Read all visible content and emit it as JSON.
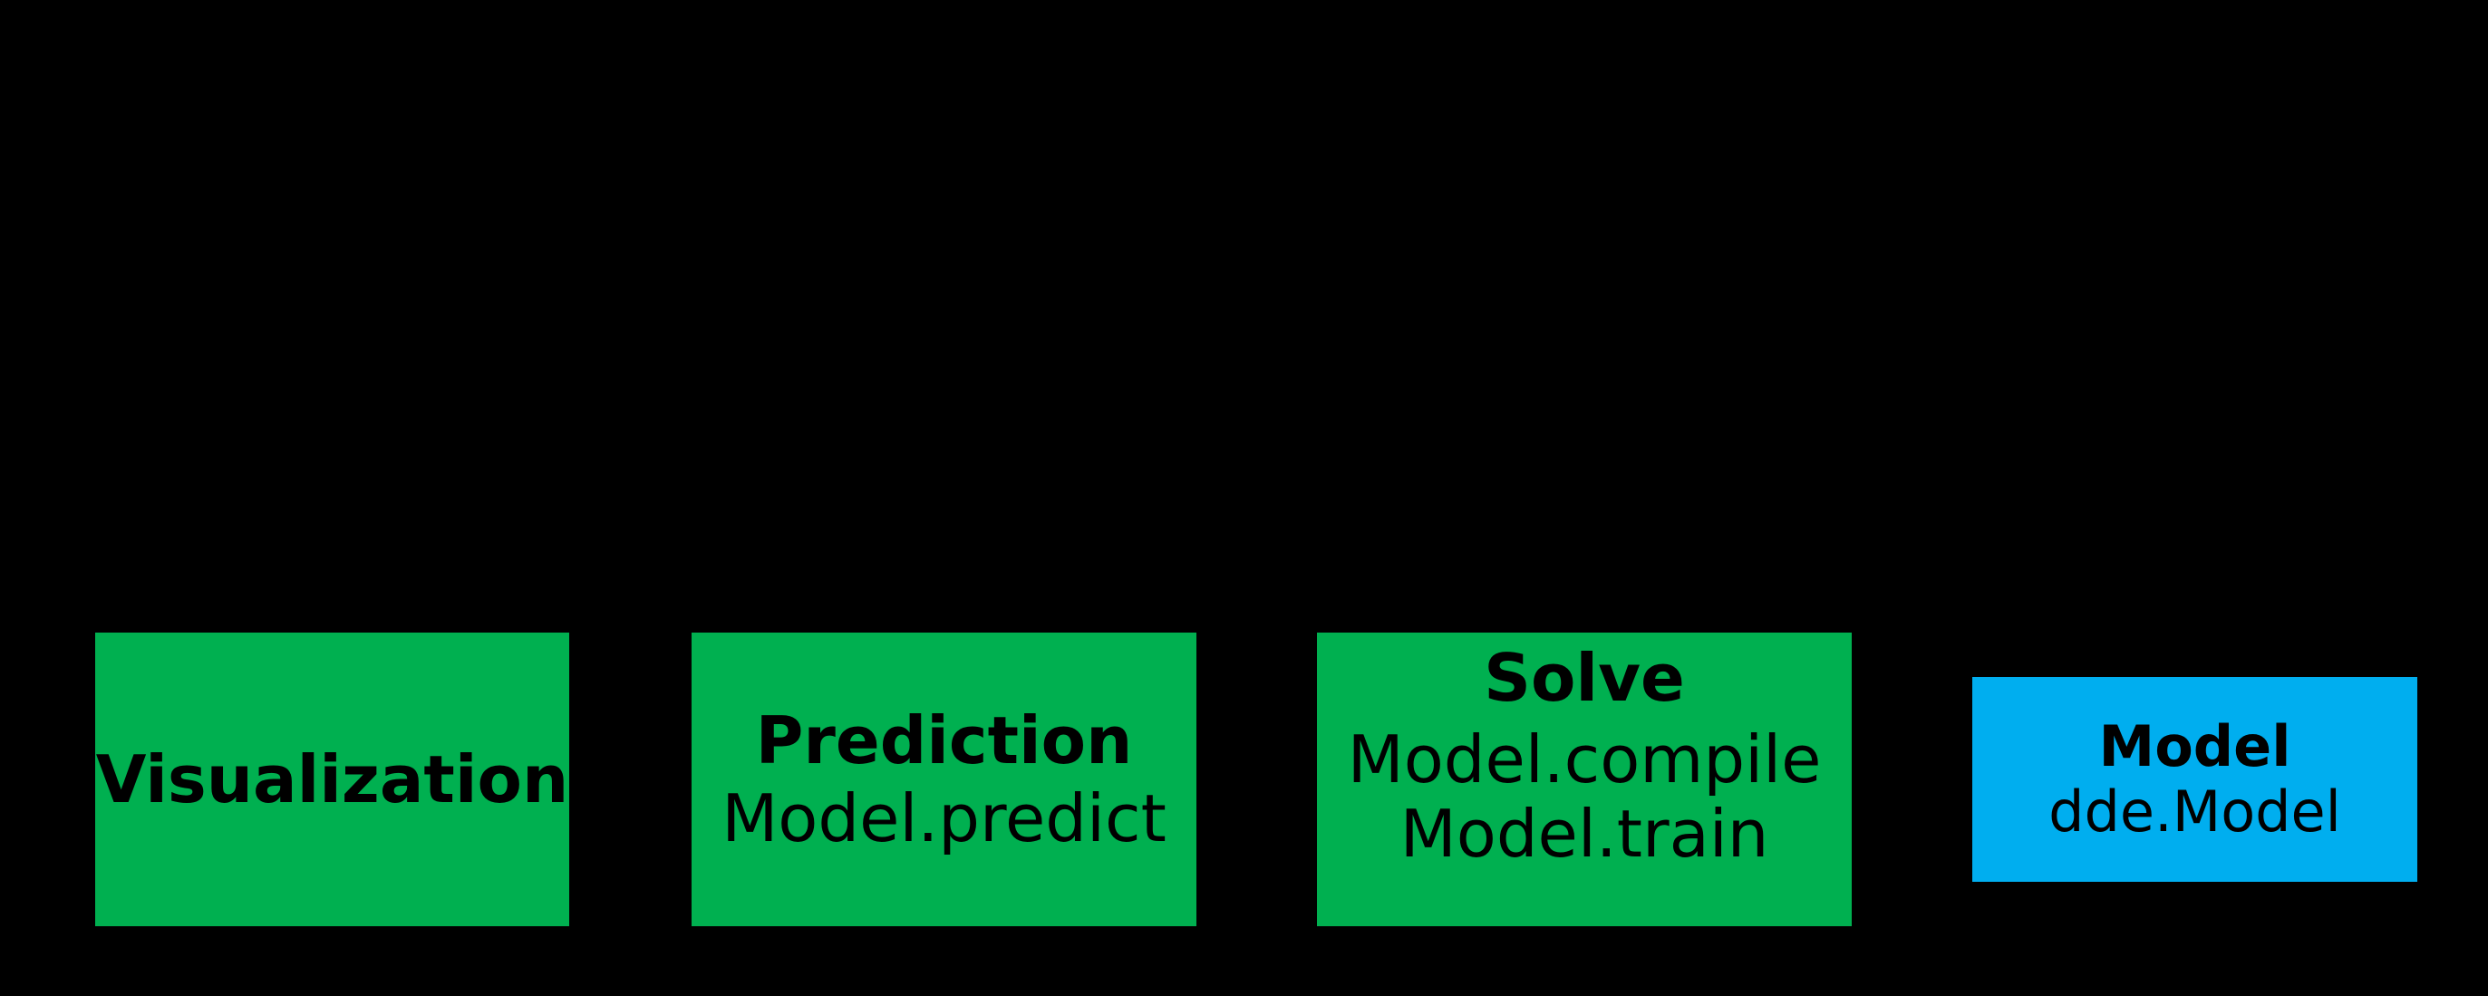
{
  "diagram": {
    "background_color": "#000000",
    "nodes": [
      {
        "id": "visualization",
        "title": "Visualization",
        "lines": [],
        "fill_color": "#00b050",
        "text_color": "#000000"
      },
      {
        "id": "prediction",
        "title": "Prediction",
        "lines": [
          "Model.predict"
        ],
        "fill_color": "#00b050",
        "text_color": "#000000"
      },
      {
        "id": "solve",
        "title": "Solve",
        "lines": [
          "Model.compile",
          "Model.train"
        ],
        "fill_color": "#00b050",
        "text_color": "#000000"
      },
      {
        "id": "model",
        "title": "Model",
        "lines": [
          "dde.Model"
        ],
        "fill_color": "#00aeef",
        "text_color": "#000000"
      }
    ]
  }
}
